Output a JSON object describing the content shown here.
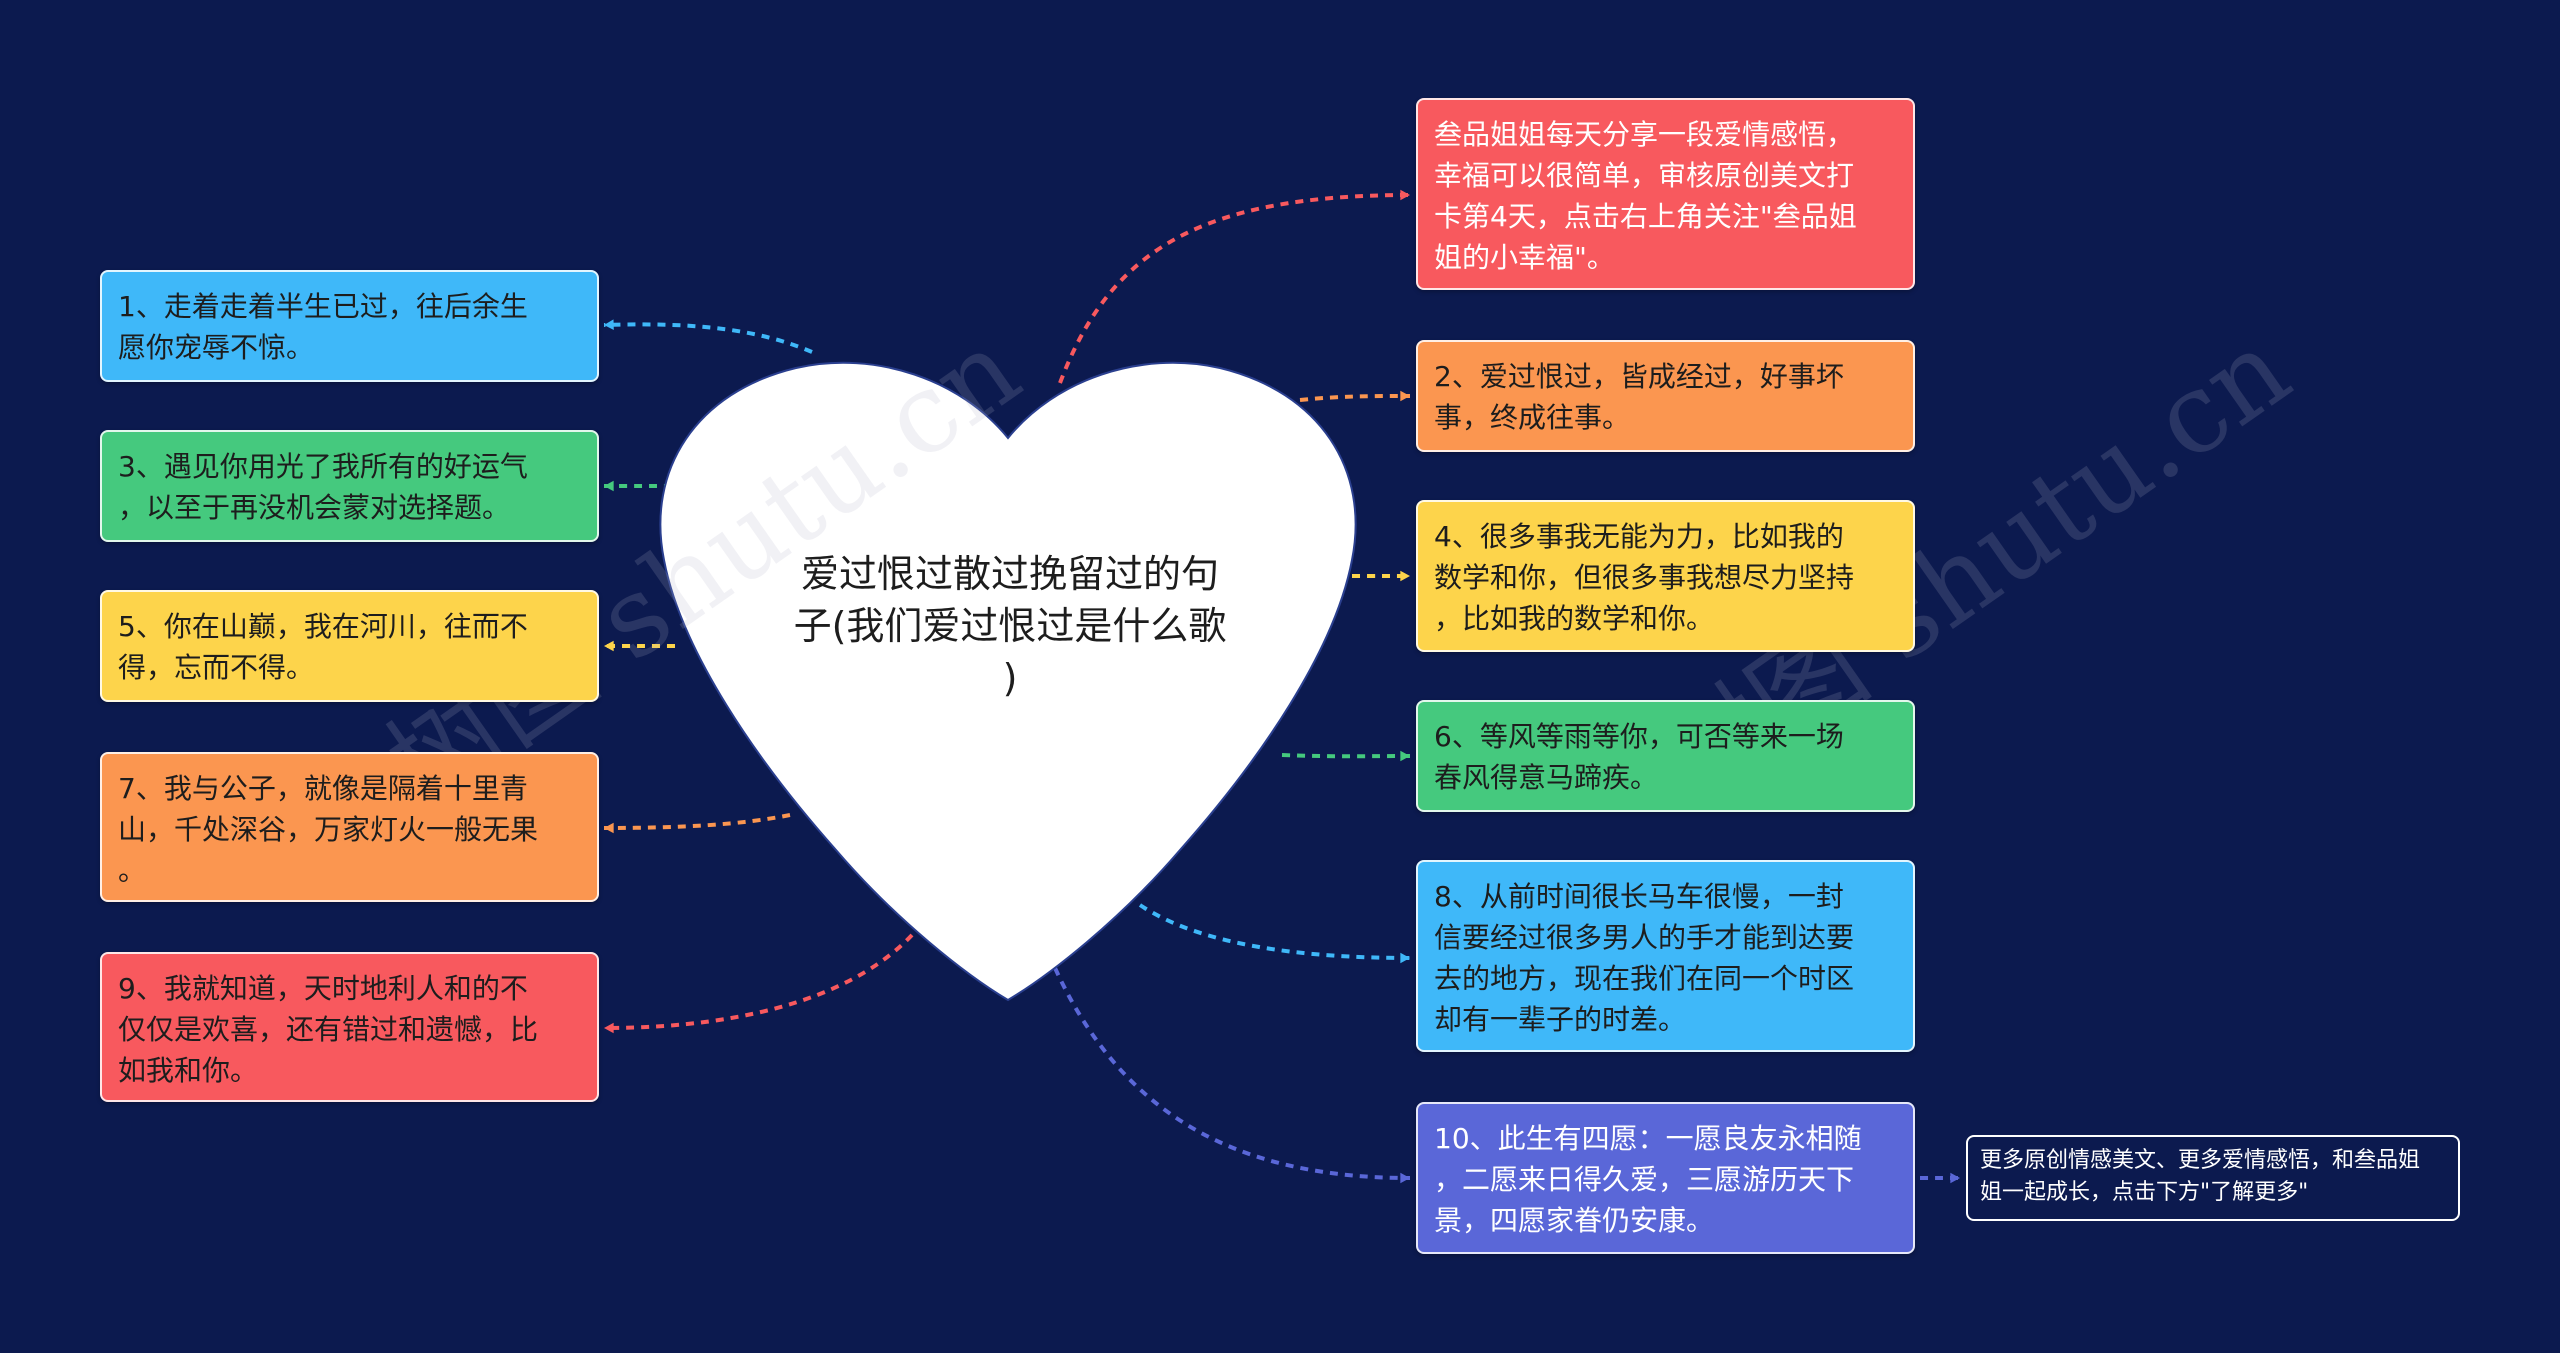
{
  "center": {
    "lines": [
      "爱过恨过散过挽留过的句",
      "子(我们爱过恨过是什么歌",
      ")"
    ]
  },
  "left_nodes": [
    {
      "lines": [
        "1、走着走着半生已过，往后余生",
        "愿你宠辱不惊。"
      ],
      "color": "#3fb8f9"
    },
    {
      "lines": [
        "3、遇见你用光了我所有的好运气",
        "，以至于再没机会蒙对选择题。"
      ],
      "color": "#45c97e"
    },
    {
      "lines": [
        "5、你在山巅，我在河川，往而不",
        "得，忘而不得。"
      ],
      "color": "#fdd44b"
    },
    {
      "lines": [
        "7、我与公子，就像是隔着十里青",
        "山，千处深谷，万家灯火一般无果",
        "。"
      ],
      "color": "#fb9650"
    },
    {
      "lines": [
        "9、我就知道，天时地利人和的不",
        "仅仅是欢喜，还有错过和遗憾，比",
        "如我和你。"
      ],
      "color": "#f8595e"
    }
  ],
  "right_nodes": [
    {
      "lines": [
        "叁品姐姐每天分享一段爱情感悟，",
        "幸福可以很简单，审核原创美文打",
        "卡第4天，点击右上角关注\"叁品姐",
        "姐的小幸福\"。"
      ],
      "color": "#f8595e"
    },
    {
      "lines": [
        "2、爱过恨过，皆成经过，好事坏",
        "事，终成往事。"
      ],
      "color": "#fb9650"
    },
    {
      "lines": [
        "4、很多事我无能为力，比如我的",
        "数学和你，但很多事我想尽力坚持",
        "，比如我的数学和你。"
      ],
      "color": "#fdd44b"
    },
    {
      "lines": [
        "6、等风等雨等你，可否等来一场",
        "春风得意马蹄疾。"
      ],
      "color": "#45c97e"
    },
    {
      "lines": [
        "8、从前时间很长马车很慢，一封",
        "信要经过很多男人的手才能到达要",
        "去的地方，现在我们在同一个时区",
        "却有一辈子的时差。"
      ],
      "color": "#3fb8f9"
    },
    {
      "lines": [
        "10、此生有四愿：一愿良友永相随",
        "，二愿来日得久爱，三愿游历天下",
        "景，四愿家眷仍安康。"
      ],
      "color": "#5a67d8"
    }
  ],
  "leaf": {
    "lines": [
      "更多原创情感美文、更多爱情感悟，和叁品姐",
      "姐一起成长，点击下方\"了解更多\""
    ]
  },
  "watermarks": [
    "树图 shutu.cn",
    "树图 shutu.cn"
  ],
  "colors": {
    "background": "#0c1a4f",
    "heart_fill": "#ffffff",
    "heart_stroke": "#2a3f8f"
  }
}
